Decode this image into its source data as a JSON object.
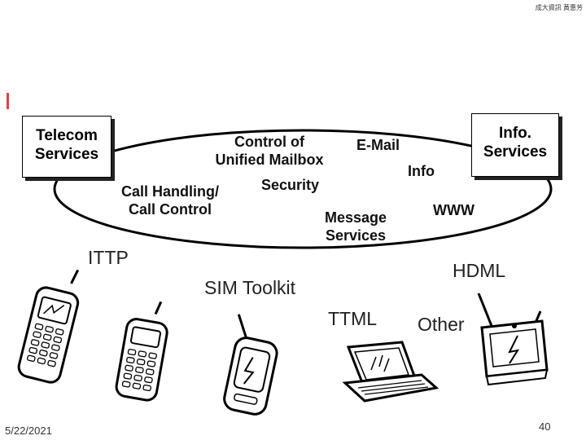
{
  "header_text": "成大資訊 黃惠芳",
  "boxes": {
    "telecom": [
      "Telecom",
      "Services"
    ],
    "info": [
      "Info.",
      "Services"
    ]
  },
  "ellipse_labels": {
    "control": [
      "Control of",
      "Unified Mailbox"
    ],
    "email": "E-Mail",
    "info": "Info",
    "security": "Security",
    "call": [
      "Call Handling/",
      "Call Control"
    ],
    "message": [
      "Message",
      "Services"
    ],
    "www": "WWW"
  },
  "protocols": {
    "ittp": "ITTP",
    "sim": "SIM Toolkit",
    "hdml": "HDML",
    "ttml": "TTML",
    "other": "Other"
  },
  "footer": {
    "date": "5/22/2021",
    "page": "40"
  }
}
